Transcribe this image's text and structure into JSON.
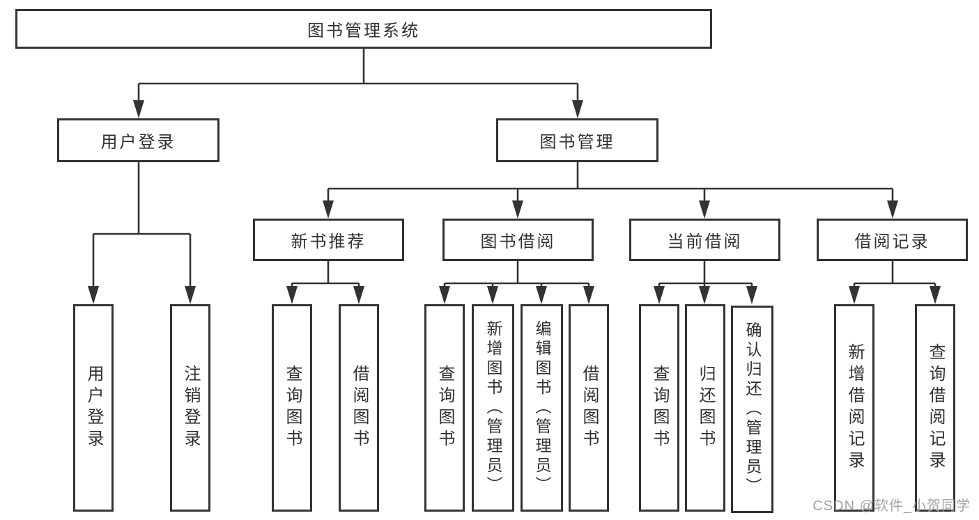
{
  "diagram": {
    "watermark": "CSDN @软件_小贺同学",
    "colors": {
      "line": "#333333",
      "text": "#303030",
      "box_background": "#ffffff",
      "page_background": "#ffffff",
      "watermark": "#9a9a9a"
    },
    "tree": {
      "label": "图书管理系统",
      "children": [
        {
          "label": "用户登录",
          "children": [
            {
              "label": "用户登录"
            },
            {
              "label": "注销登录"
            }
          ]
        },
        {
          "label": "图书管理",
          "children": [
            {
              "label": "新书推荐",
              "children": [
                {
                  "label": "查询图书"
                },
                {
                  "label": "借阅图书"
                }
              ]
            },
            {
              "label": "图书借阅",
              "children": [
                {
                  "label": "查询图书"
                },
                {
                  "label": "新增图书（管理员）"
                },
                {
                  "label": "编辑图书（管理员）"
                },
                {
                  "label": "借阅图书"
                }
              ]
            },
            {
              "label": "当前借阅",
              "children": [
                {
                  "label": "查询图书"
                },
                {
                  "label": "归还图书"
                },
                {
                  "label": "确认归还（管理员）"
                }
              ]
            },
            {
              "label": "借阅记录",
              "children": [
                {
                  "label": "新增借阅记录"
                },
                {
                  "label": "查询借阅记录"
                }
              ]
            }
          ]
        }
      ]
    }
  }
}
